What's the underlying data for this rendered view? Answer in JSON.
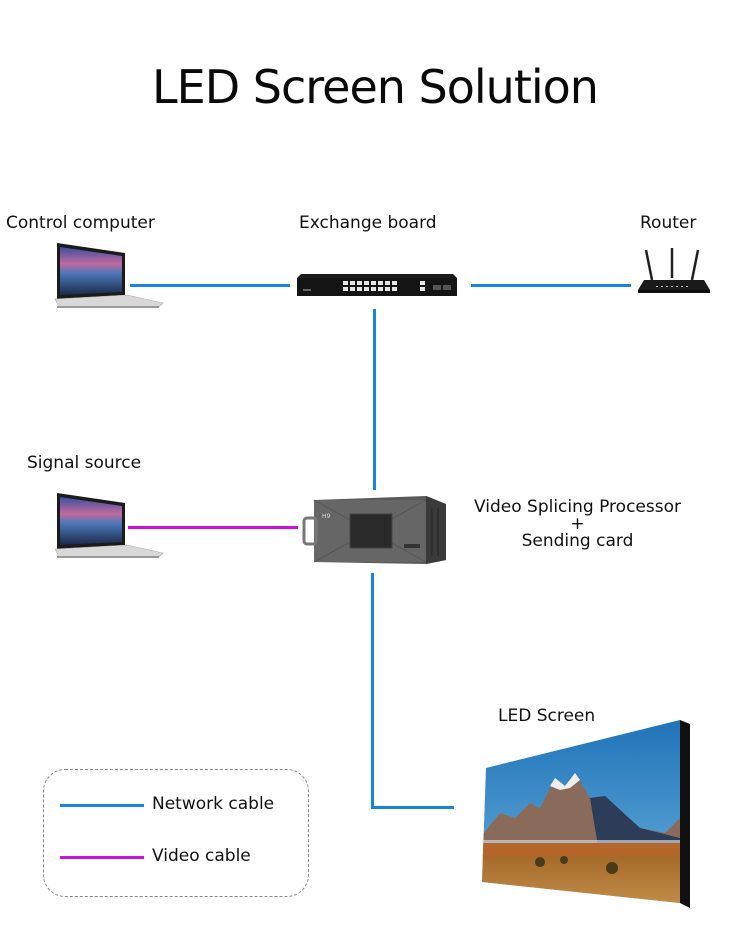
{
  "title": "LED Screen Solution",
  "nodes": {
    "control_computer": {
      "label": "Control computer",
      "icon": "laptop-icon"
    },
    "exchange_board": {
      "label": "Exchange board",
      "icon": "network-switch-icon"
    },
    "router": {
      "label": "Router",
      "icon": "router-icon"
    },
    "signal_source": {
      "label": "Signal source",
      "icon": "laptop-icon"
    },
    "processor": {
      "label_line1": "Video Splicing Processor",
      "label_plus": "+",
      "label_line2": "Sending card",
      "icon": "video-processor-icon"
    },
    "led_screen": {
      "label": "LED Screen",
      "icon": "led-screen-icon"
    }
  },
  "connections": [
    {
      "from": "Control computer",
      "to": "Exchange board",
      "type": "Network cable"
    },
    {
      "from": "Exchange board",
      "to": "Router",
      "type": "Network cable"
    },
    {
      "from": "Exchange board",
      "to": "Video Splicing Processor",
      "type": "Network cable"
    },
    {
      "from": "Signal source",
      "to": "Video Splicing Processor",
      "type": "Video cable"
    },
    {
      "from": "Video Splicing Processor",
      "to": "LED Screen",
      "type": "Network cable"
    }
  ],
  "legend": {
    "items": [
      {
        "label": "Network cable",
        "color": "#1a82e2"
      },
      {
        "label": "Video cable",
        "color": "#cc11dd"
      }
    ]
  },
  "colors": {
    "network": "#1a82e2",
    "video": "#cc11dd"
  }
}
